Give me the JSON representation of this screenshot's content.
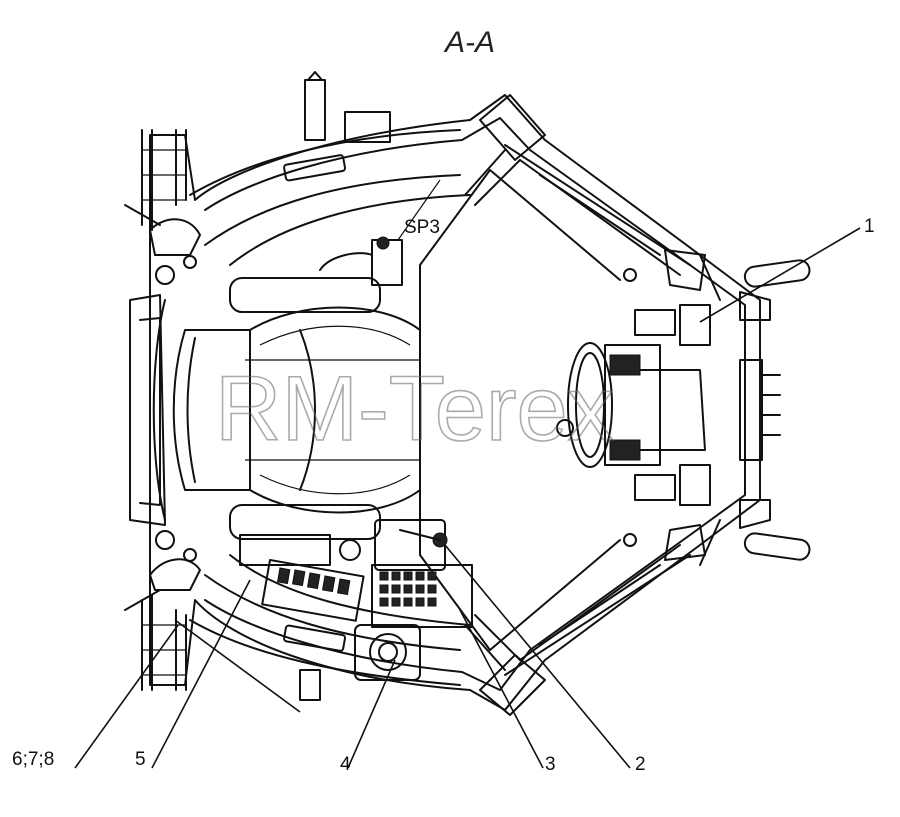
{
  "title": "A-A",
  "watermark": "RM-Terex",
  "port_label": "SP3",
  "callouts": [
    {
      "id": "c1",
      "text": "1"
    },
    {
      "id": "c2",
      "text": "2"
    },
    {
      "id": "c3",
      "text": "3"
    },
    {
      "id": "c4",
      "text": "4"
    },
    {
      "id": "c5",
      "text": "5"
    },
    {
      "id": "c678",
      "text": "6;7;8"
    }
  ]
}
